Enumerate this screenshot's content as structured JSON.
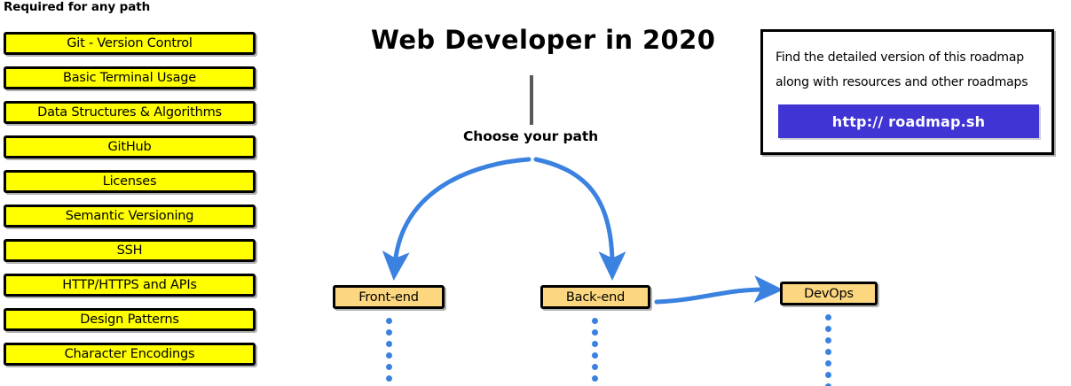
{
  "page": {
    "title": "Web Developer in 2020",
    "background_color": "#ffffff"
  },
  "colors": {
    "required_box_fill": "#FFFF00",
    "path_box_fill": "#FCD77F",
    "box_border": "#000000",
    "arrow_blue": "#3B82E0",
    "link_button_blue": "#4134D4",
    "trunk_line_gray": "#595959"
  },
  "required_section": {
    "heading": "Required for any path",
    "items": [
      {
        "label": "Git - Version Control"
      },
      {
        "label": "Basic Terminal Usage"
      },
      {
        "label": "Data Structures & Algorithms"
      },
      {
        "label": "GitHub"
      },
      {
        "label": "Licenses"
      },
      {
        "label": "Semantic Versioning"
      },
      {
        "label": "SSH"
      },
      {
        "label": "HTTP/HTTPS and APIs"
      },
      {
        "label": "Design Patterns"
      },
      {
        "label": "Character Encodings"
      }
    ]
  },
  "center": {
    "title": "Web Developer in 2020",
    "choose_path_label": "Choose your path",
    "paths": [
      {
        "id": "frontend",
        "label": "Front-end",
        "dot_count": 6
      },
      {
        "id": "backend",
        "label": "Back-end",
        "dot_count": 6
      },
      {
        "id": "devops",
        "label": "DevOps",
        "dot_count": 7
      }
    ]
  },
  "info_box": {
    "line1": "Find the detailed version of this roadmap",
    "line2": "along with resources and other roadmaps",
    "link_label": "http:// roadmap.sh"
  }
}
